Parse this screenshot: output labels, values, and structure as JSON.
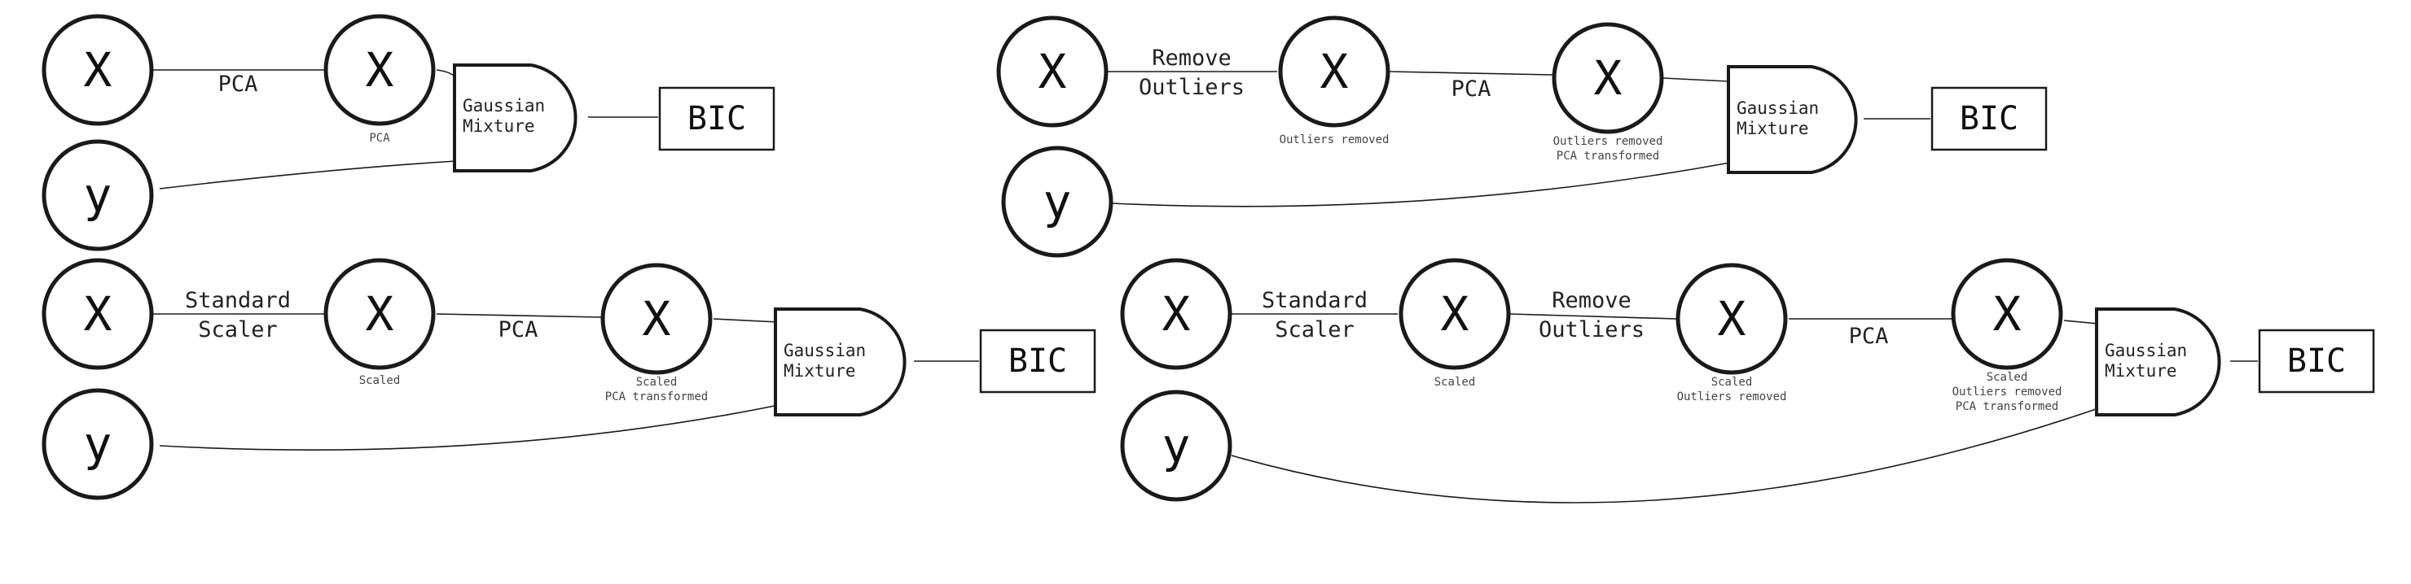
{
  "labels": {
    "x": "X",
    "y": "y",
    "bic": "BIC",
    "gaussian": "Gaussian",
    "mixture": "Mixture"
  },
  "pipelines": [
    {
      "edges": [
        [
          "PCA"
        ]
      ],
      "captions": [
        [
          "PCA"
        ]
      ]
    },
    {
      "edges": [
        [
          "Remove",
          "Outliers"
        ],
        [
          "PCA"
        ]
      ],
      "captions": [
        [
          "Outliers removed"
        ],
        [
          "Outliers removed",
          "PCA transformed"
        ]
      ]
    },
    {
      "edges": [
        [
          "Standard",
          "Scaler"
        ],
        [
          "PCA"
        ]
      ],
      "captions": [
        [
          "Scaled"
        ],
        [
          "Scaled",
          "PCA transformed"
        ]
      ]
    },
    {
      "edges": [
        [
          "Standard",
          "Scaler"
        ],
        [
          "Remove",
          "Outliers"
        ],
        [
          "PCA"
        ]
      ],
      "captions": [
        [
          "Scaled"
        ],
        [
          "Scaled",
          "Outliers removed"
        ],
        [
          "Scaled",
          "Outliers removed",
          "PCA transformed"
        ]
      ]
    }
  ]
}
